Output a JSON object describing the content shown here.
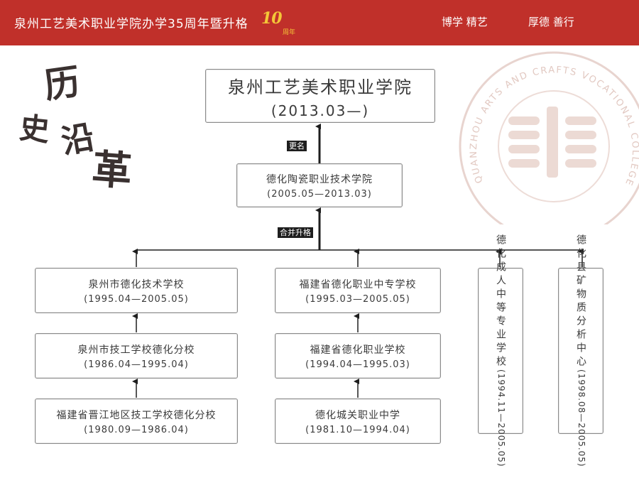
{
  "header": {
    "title": "泉州工艺美术职业学院办学35周年暨升格",
    "badge_number": "10",
    "badge_suffix": "周年",
    "motto_left": "博学  精艺",
    "motto_right": "厚德  善行"
  },
  "calligraphy": [
    "历",
    "史",
    "沿",
    "革"
  ],
  "seal": {
    "ring_text": "QUANZHOU ARTS AND CRAFTS VOCATIONAL COLLEGE"
  },
  "colors": {
    "header_bg": "#c0302a",
    "badge": "#f4c638",
    "seal": "#e8d4cf"
  },
  "chart_data": {
    "type": "diagram",
    "nodes": [
      {
        "id": "qzgy",
        "name": "泉州工艺美术职业学院",
        "period": "(2013.03—)"
      },
      {
        "id": "dhtc",
        "name": "德化陶瓷职业技术学院",
        "period": "(2005.05—2013.03)"
      },
      {
        "id": "qzjs",
        "name": "泉州市德化技术学校",
        "period": "(1995.04—2005.05)"
      },
      {
        "id": "qzjg",
        "name": "泉州市技工学校德化分校",
        "period": "(1986.04—1995.04)"
      },
      {
        "id": "fjjj",
        "name": "福建省晋江地区技工学校德化分校",
        "period": "(1980.09—1986.04)"
      },
      {
        "id": "fjzz",
        "name": "福建省德化职业中专学校",
        "period": "(1995.03—2005.05)"
      },
      {
        "id": "fjzy",
        "name": "福建省德化职业学校",
        "period": "(1994.04—1995.03)"
      },
      {
        "id": "dhcg",
        "name": "德化城关职业中学",
        "period": "(1981.10—1994.04)"
      },
      {
        "id": "dhcr",
        "name": "德化成人中等专业学校",
        "period": "(1994.11—2005.05)"
      },
      {
        "id": "dhkw",
        "name": "德化县矿物质分析中心",
        "period": "(1998.08—2005.05)"
      }
    ],
    "edges": [
      {
        "from": "dhtc",
        "to": "qzgy",
        "label": "更名"
      },
      {
        "from": "qzjs",
        "to": "dhtc",
        "label": "合并升格"
      },
      {
        "from": "fjzz",
        "to": "dhtc",
        "label": "合并升格"
      },
      {
        "from": "dhcr",
        "to": "dhtc",
        "label": "合并升格"
      },
      {
        "from": "dhkw",
        "to": "dhtc",
        "label": "合并升格"
      },
      {
        "from": "qzjg",
        "to": "qzjs",
        "label": ""
      },
      {
        "from": "fjjj",
        "to": "qzjg",
        "label": ""
      },
      {
        "from": "fjzy",
        "to": "fjzz",
        "label": ""
      },
      {
        "from": "dhcg",
        "to": "fjzy",
        "label": ""
      }
    ],
    "edge_labels": {
      "rename": "更名",
      "merge": "合并升格"
    }
  }
}
